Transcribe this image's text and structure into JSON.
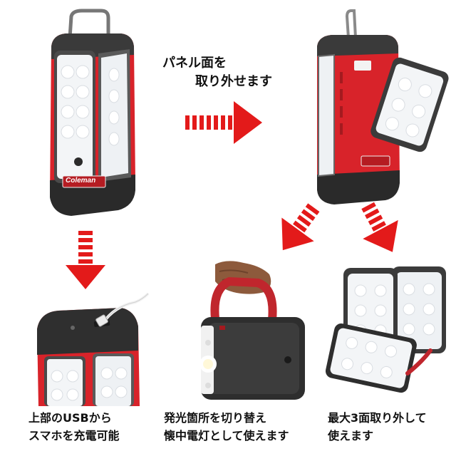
{
  "top_right_caption": {
    "line1": "パネル面を",
    "line2": "取り外せます"
  },
  "bottom_captions": [
    {
      "line1": "上部のUSBから",
      "line2": "スマホを充電可能"
    },
    {
      "line1": "発光箇所を切り替え",
      "line2": "懐中電灯として使えます"
    },
    {
      "line1": "最大3面取り外して",
      "line2": "使えます"
    }
  ],
  "brand_label": "Coleman",
  "colors": {
    "arrow_red": "#e31a1a",
    "lantern_red": "#d8232a",
    "lantern_dark": "#2a2a2a",
    "panel_light": "#f3f5f7"
  }
}
